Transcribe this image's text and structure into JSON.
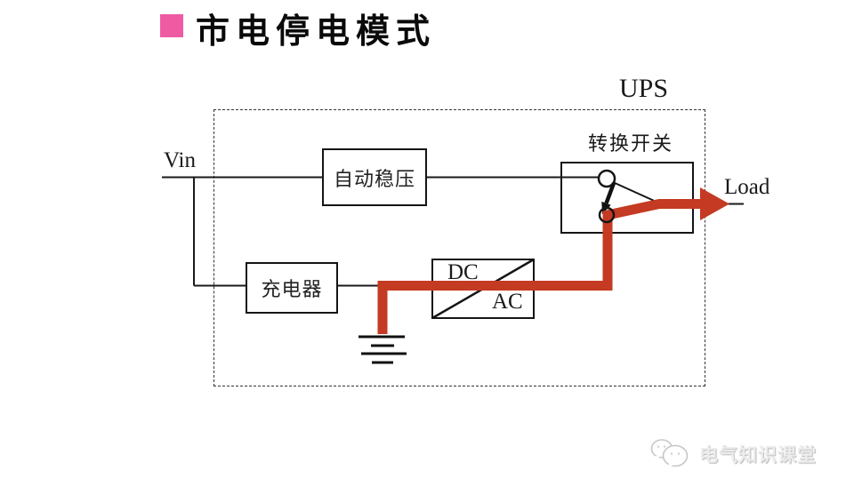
{
  "slide": {
    "title": "市电停电模式",
    "bullet_color": "#ee5ba3"
  },
  "diagram": {
    "ups_label": "UPS",
    "vin_label": "Vin",
    "load_label": "Load",
    "switch_label": "转换开关",
    "regulator_label": "自动稳压",
    "charger_label": "充电器",
    "inverter_dc_label": "DC",
    "inverter_ac_label": "AC",
    "colors": {
      "power_path_red": "#c43a22",
      "wire_black": "#1a1a1a"
    }
  },
  "watermark": {
    "text": "电气知识课堂",
    "icon": "wechat-bubbles-icon"
  }
}
